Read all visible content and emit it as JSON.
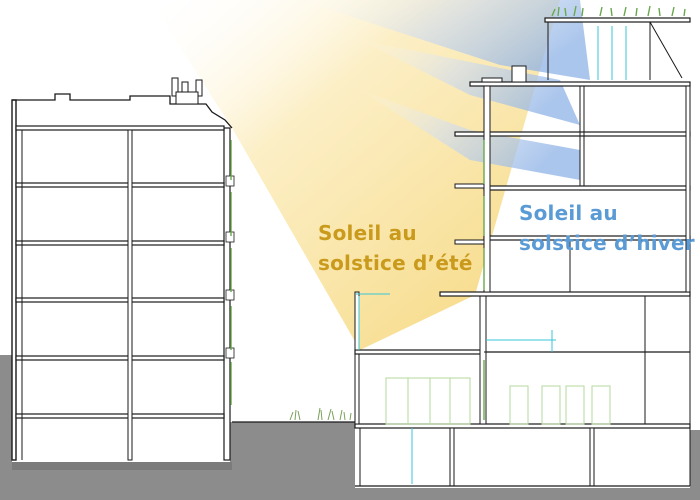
{
  "labels": {
    "summer_sun": [
      "Soleil au",
      "solstice d’été"
    ],
    "winter_sun": [
      "Soleil au",
      "solstice d’hiver"
    ]
  },
  "colors": {
    "summer_text": "#c99a1c",
    "winter_text": "#5b9bd5",
    "summer_beam": "#f6d77a",
    "winter_beam": "#8fb3e6",
    "ground": "#8a8a8a",
    "lines": "#1a1a1a",
    "vegetation": "#6aa84f",
    "glazing": "#39c5d9"
  }
}
